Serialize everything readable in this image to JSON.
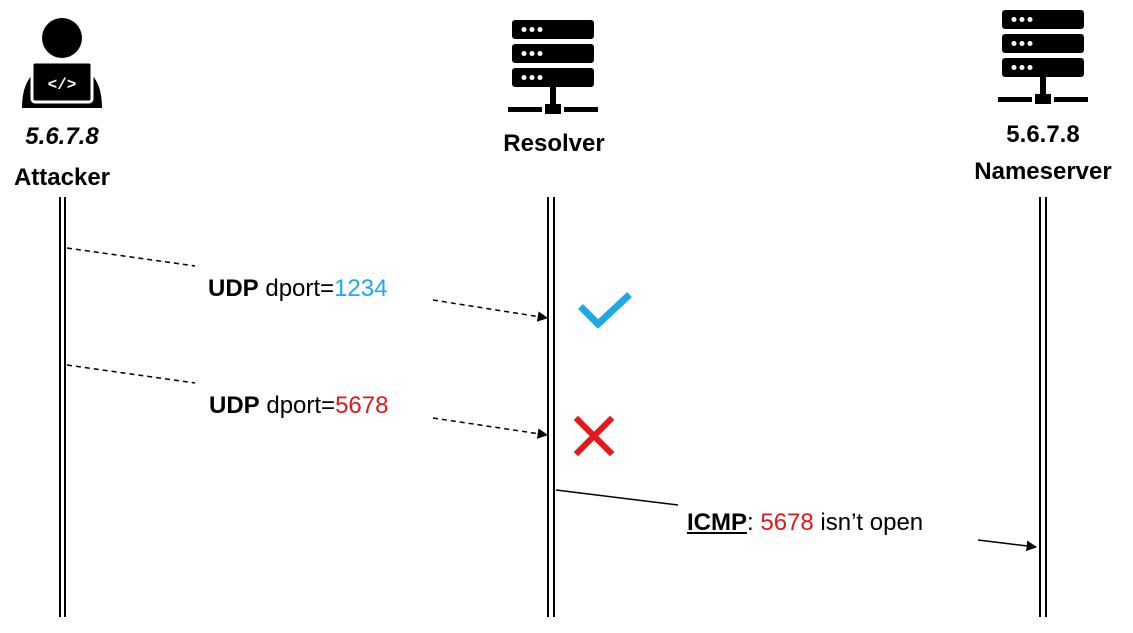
{
  "actors": {
    "attacker": {
      "ip": "5.6.7.8",
      "name": "Attacker",
      "icon": "hacker-laptop-icon"
    },
    "resolver": {
      "name": "Resolver",
      "icon": "server-icon"
    },
    "nameserver": {
      "ip": "5.6.7.8",
      "name": "Nameserver",
      "icon": "server-icon"
    }
  },
  "messages": [
    {
      "proto": "UDP",
      "field": " dport=",
      "port": "1234",
      "port_color": "#1fa8e6",
      "result_icon": "check-icon"
    },
    {
      "proto": "UDP",
      "field": " dport=",
      "port": "5678",
      "port_color": "#e8151b",
      "result_icon": "cross-icon"
    }
  ],
  "icmp": {
    "proto": "ICMP",
    "sep": ": ",
    "port": "5678",
    "rest": " isn’t open"
  },
  "colors": {
    "accent_blue": "#1fa8e6",
    "accent_red": "#e8151b"
  }
}
